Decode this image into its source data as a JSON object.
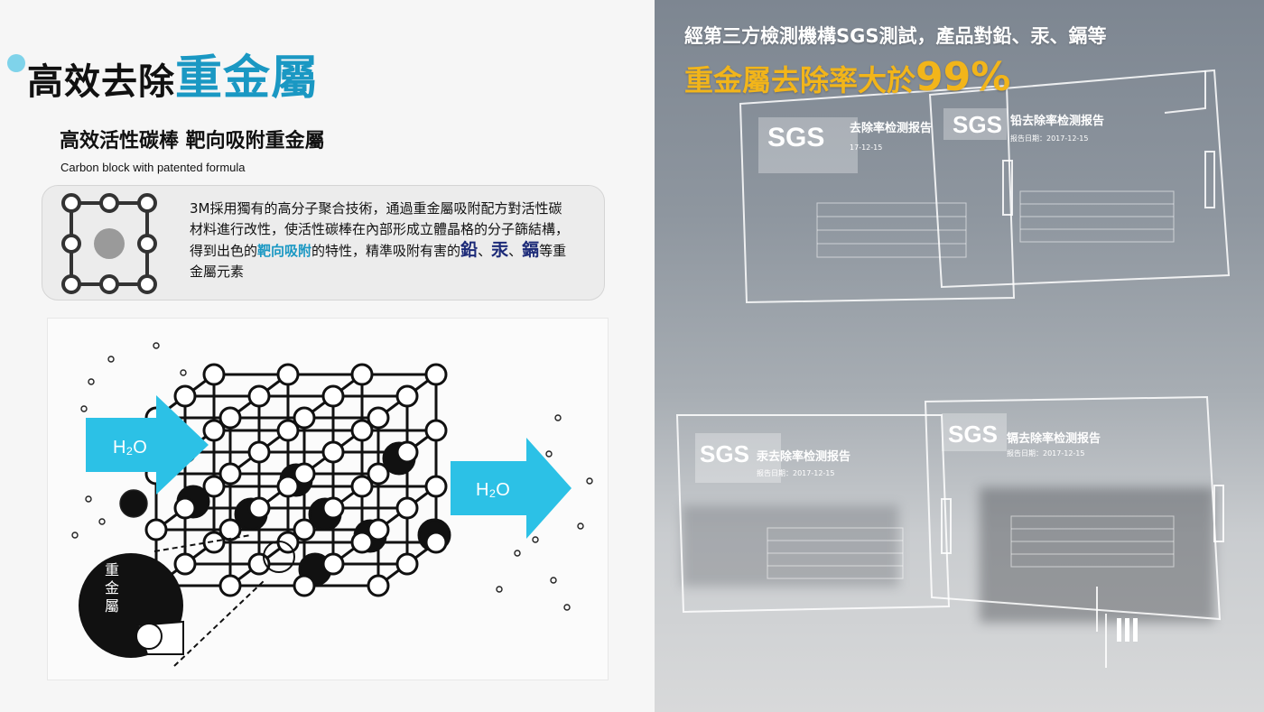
{
  "left": {
    "title_prefix": "高效去除",
    "title_highlight": "重金屬",
    "subtitle": "高效活性碳棒 靶向吸附重金屬",
    "subtitle_en": "Carbon block with patented formula",
    "desc_part1": "3M採用獨有的高分子聚合技術，通過重金屬吸附配方對活性碳材料進行改性，使活性碳棒在內部形成立體晶格的分子篩結構，得到出色的",
    "desc_keyword": "靶向吸附",
    "desc_part2": "的特性，精準吸附有害的",
    "metal1": "鉛",
    "sep1": "、",
    "metal2": "汞",
    "sep2": "、",
    "metal3": "鎘",
    "desc_part3": "等重金屬元素",
    "h2o_in": "H₂O",
    "h2o_out": "H₂O",
    "lens_label": [
      "重",
      "金",
      "屬"
    ]
  },
  "right": {
    "line1": "經第三方檢測機構SGS測試，產品對鉛、汞、鎘等",
    "line2_prefix": "重金屬去除率大於",
    "line2_value": "99%",
    "reports": [
      {
        "logo": "SGS",
        "title": "去除率检测报告",
        "date": "17-12-15"
      },
      {
        "logo": "SGS",
        "title": "铅去除率检测报告",
        "date": "报告日期：2017-12-15"
      },
      {
        "logo": "SGS",
        "title": "汞去除率检测报告",
        "date": "报告日期：2017-12-15"
      },
      {
        "logo": "SGS",
        "title": "镉去除率检测报告",
        "date": "报告日期：2017-12-15"
      }
    ]
  },
  "colors": {
    "accent": "#1a98c3",
    "arrow": "#2cc1e6",
    "gold": "#f2b51a",
    "navy": "#1c2a78"
  }
}
